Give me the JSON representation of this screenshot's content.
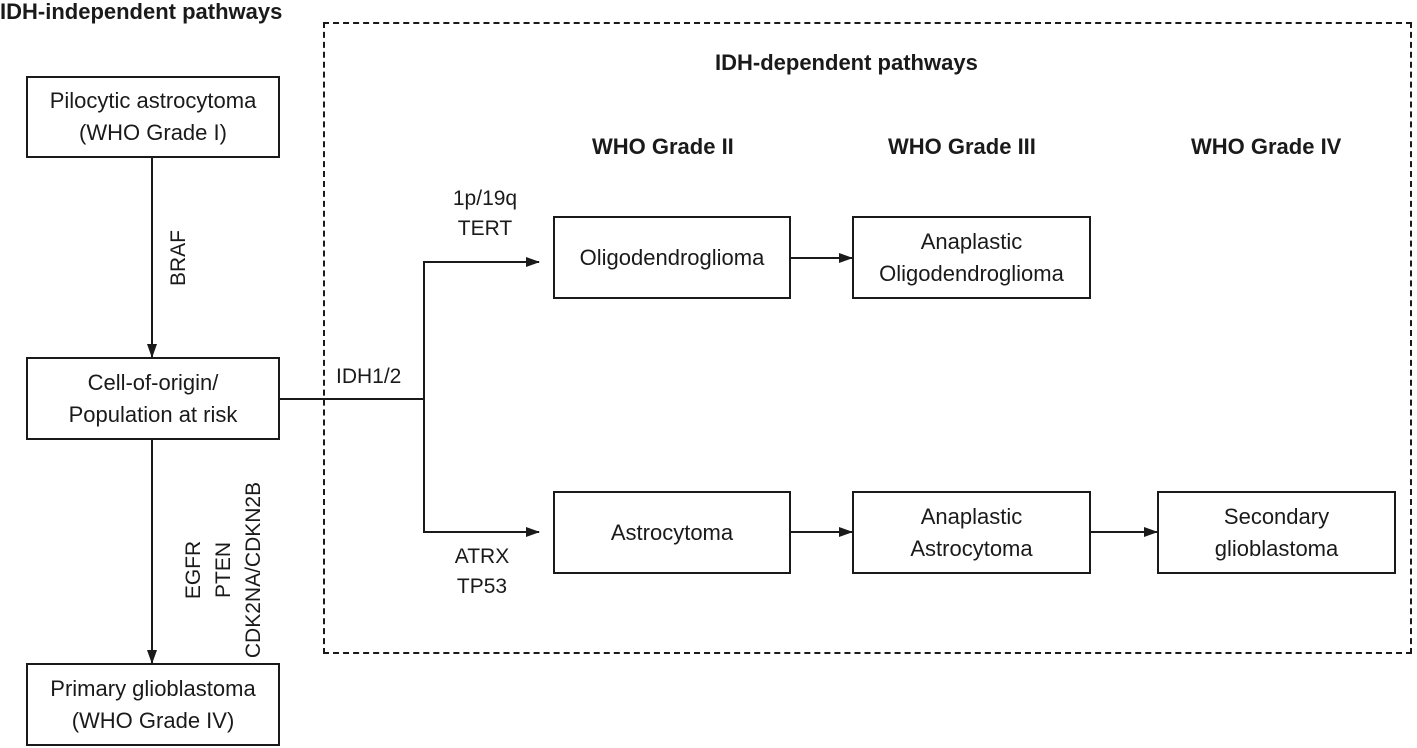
{
  "titles": {
    "idh_independent": "IDH-independent pathways",
    "idh_dependent": "IDH-dependent pathways"
  },
  "grades": {
    "grade_ii": "WHO Grade II",
    "grade_iii": "WHO Grade III",
    "grade_iv": "WHO Grade IV"
  },
  "boxes": {
    "pilocytic": {
      "line1": "Pilocytic astrocytoma",
      "line2": "(WHO Grade I)"
    },
    "cell_origin": {
      "line1": "Cell-of-origin/",
      "line2": "Population at risk"
    },
    "primary_gbm": {
      "line1": "Primary glioblastoma",
      "line2": "(WHO Grade IV)"
    },
    "oligo": {
      "line1": "Oligodendroglioma"
    },
    "anaplastic_oligo": {
      "line1": "Anaplastic",
      "line2": "Oligodendroglioma"
    },
    "astro": {
      "line1": "Astrocytoma"
    },
    "anaplastic_astro": {
      "line1": "Anaplastic",
      "line2": "Astrocytoma"
    },
    "secondary_gbm": {
      "line1": "Secondary",
      "line2": "glioblastoma"
    }
  },
  "edge_labels": {
    "braf": "BRAF",
    "idh": "IDH1/2",
    "oligo_markers": [
      "1p/19q",
      "TERT"
    ],
    "astro_markers": [
      "ATRX",
      "TP53"
    ],
    "primary_markers": [
      "EGFR",
      "PTEN",
      "CDK2NA/CDKN2B"
    ]
  }
}
